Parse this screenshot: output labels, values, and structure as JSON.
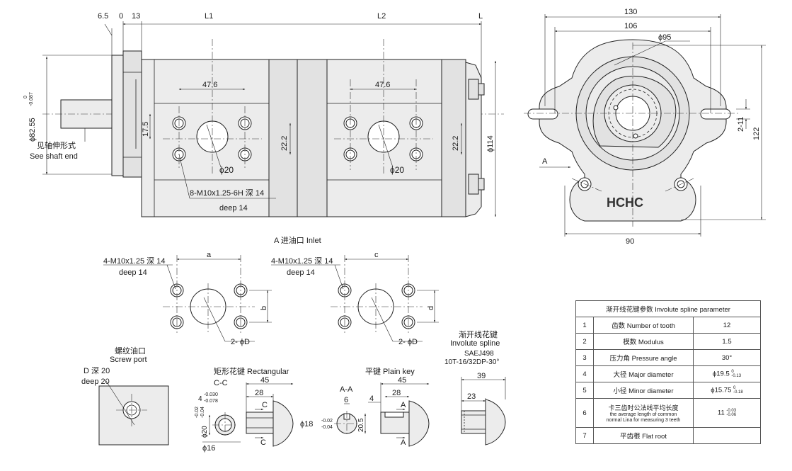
{
  "front_view": {
    "dim_6_5": "6.5",
    "dim_0": "0",
    "dim_13": "13",
    "dim_L1": "L1",
    "dim_L2": "L2",
    "dim_L": "L",
    "dim_47_6_a": "47.6",
    "dim_47_6_b": "47.6",
    "dim_17_5": "17.5",
    "dim_22_2_a": "22.2",
    "dim_22_2_b": "22.2",
    "dim_phi20_a": "ϕ20",
    "dim_phi20_b": "ϕ20",
    "dim_phi114": "ϕ114",
    "dim_shaft": "ϕ82.55",
    "dim_shaft_upper": "0",
    "dim_shaft_lower": "-0.087",
    "shaft_note_cn": "见轴伸形式",
    "shaft_note_en": "See shaft end",
    "thread_note_1": "8-M10x1.25-6H 深 14",
    "thread_note_2": "deep 14",
    "inlet_label": "A  进油口 Inlet"
  },
  "side_view": {
    "dim_130": "130",
    "dim_106": "106",
    "dim_phi95": "ϕ95",
    "dim_2_11": "2-11",
    "dim_122": "122",
    "dim_90": "90",
    "label_A": "A",
    "brand": "HCHC"
  },
  "port_views": [
    {
      "thread_1": "4-M10x1.25 深 14",
      "thread_2": "deep 14",
      "width_label": "a",
      "height_label": "b",
      "bore_label": "2- ϕD"
    },
    {
      "thread_1": "4-M10x1.25 深 14",
      "thread_2": "deep 14",
      "width_label": "c",
      "height_label": "d",
      "bore_label": "2- ϕD"
    }
  ],
  "screw_port": {
    "title_cn": "螺纹油口",
    "title_en": "Screw port",
    "note_1": "D 深 20",
    "note_2": "deep 20"
  },
  "rect_shaft": {
    "title": "矩形花键  Rectangular",
    "section": "C-C",
    "dim_45": "45",
    "dim_28": "28",
    "tol_top": "-0.030",
    "tol_bot": "-0.078",
    "dim_4": "4",
    "dim_phi20": "ϕ20",
    "tol_phi20_top": "-0.02",
    "tol_phi20_bot": "-0.04",
    "dim_phi16": "ϕ16",
    "cut_label_top": "C",
    "cut_label_bot": "C"
  },
  "key_shaft": {
    "title": "平键 Plain key",
    "section": "A-A",
    "dim_45": "45",
    "dim_28": "28",
    "dim_4": "4",
    "dim_6": "6",
    "dim_phi18": "ϕ18",
    "tol_top": "-0.02",
    "tol_bot": "-0.04",
    "dim_20_5": "20.5",
    "cut_label_top": "A",
    "cut_label_bot": "A"
  },
  "involute_shaft": {
    "title_cn": "渐开线花键",
    "title_en": "Involute spline",
    "std": "SAEJ498",
    "spec": "10T-16/32DP-30°",
    "dim_39": "39",
    "dim_23": "23"
  },
  "spline_table": {
    "title": "渐开线花键参数  Involute spline parameter",
    "rows": [
      {
        "no": "1",
        "name": "齿数 Number of tooth",
        "value": "12"
      },
      {
        "no": "2",
        "name": "模数 Modulus",
        "value": "1.5"
      },
      {
        "no": "3",
        "name": "压力角 Pressure angle",
        "value": "30°"
      },
      {
        "no": "4",
        "name": "大径 Major diameter",
        "value": "ϕ19.5",
        "tol_top": "0",
        "tol_bot": "-0.13"
      },
      {
        "no": "5",
        "name": "小径 Minor diameter",
        "value": "ϕ15.75",
        "tol_top": "0",
        "tol_bot": "-0.18"
      },
      {
        "no": "6",
        "name_1": "卡三齿时公法线平均长度",
        "name_2": "the average length of common",
        "name_3": "normal Lina for measuring 3 teeth",
        "value": "11",
        "tol_top": "-0.03",
        "tol_bot": "-0.06"
      },
      {
        "no": "7",
        "name": "平齿根 Flat root",
        "value": ""
      }
    ]
  }
}
